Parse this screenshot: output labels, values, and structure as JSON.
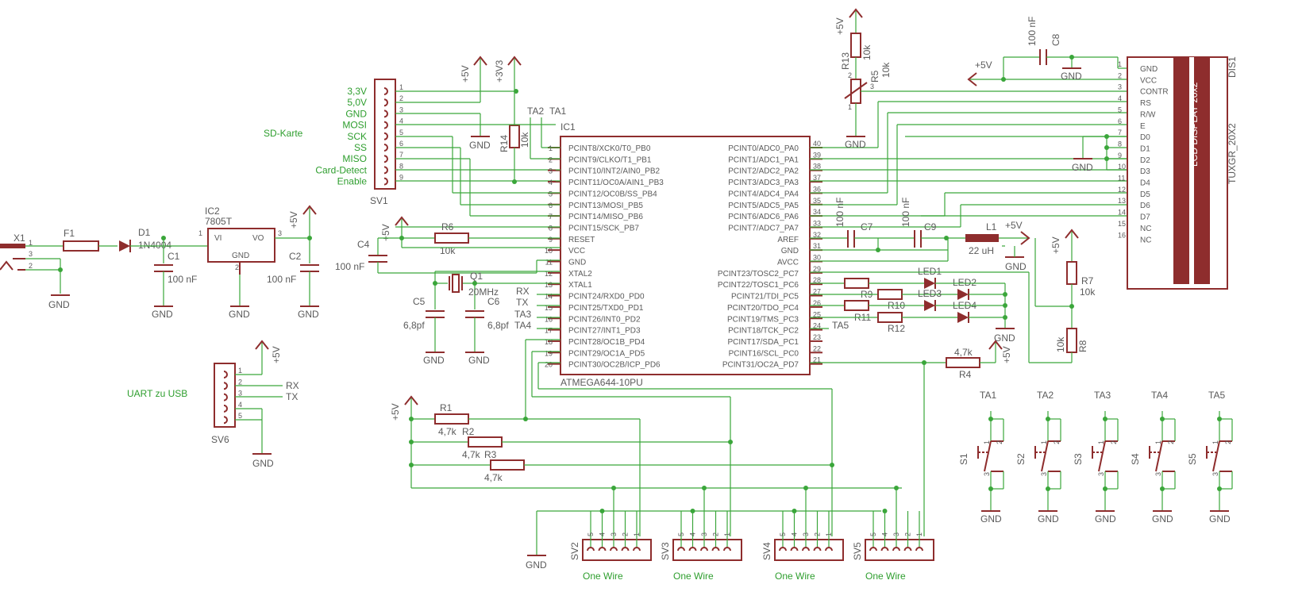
{
  "ic1": {
    "name": "IC1",
    "part": "ATMEGA644-10PU",
    "left_pins": [
      {
        "num": "1",
        "label": "PCINT8/XCK0/T0_PB0"
      },
      {
        "num": "2",
        "label": "PCINT9/CLKO/T1_PB1"
      },
      {
        "num": "3",
        "label": "PCINT10/INT2/AIN0_PB2"
      },
      {
        "num": "4",
        "label": "PCINT11/OC0A/AIN1_PB3"
      },
      {
        "num": "5",
        "label": "PCINT12/OC0B/SS_PB4"
      },
      {
        "num": "6",
        "label": "PCINT13/MOSI_PB5"
      },
      {
        "num": "7",
        "label": "PCINT14/MISO_PB6"
      },
      {
        "num": "8",
        "label": "PCINT15/SCK_PB7"
      },
      {
        "num": "9",
        "label": "RESET"
      },
      {
        "num": "10",
        "label": "VCC"
      },
      {
        "num": "11",
        "label": "GND"
      },
      {
        "num": "12",
        "label": "XTAL2"
      },
      {
        "num": "13",
        "label": "XTAL1"
      },
      {
        "num": "14",
        "label": "PCINT24/RXD0_PD0"
      },
      {
        "num": "15",
        "label": "PCINT25/TXD0_PD1"
      },
      {
        "num": "16",
        "label": "PCINT26/INT0_PD2"
      },
      {
        "num": "17",
        "label": "PCINT27/INT1_PD3"
      },
      {
        "num": "18",
        "label": "PCINT28/OC1B_PD4"
      },
      {
        "num": "19",
        "label": "PCINT29/OC1A_PD5"
      },
      {
        "num": "20",
        "label": "PCINT30/OC2B/ICP_PD6"
      }
    ],
    "right_pins": [
      {
        "num": "40",
        "label": "PCINT0/ADC0_PA0"
      },
      {
        "num": "39",
        "label": "PCINT1/ADC1_PA1"
      },
      {
        "num": "38",
        "label": "PCINT2/ADC2_PA2"
      },
      {
        "num": "37",
        "label": "PCINT3/ADC3_PA3"
      },
      {
        "num": "36",
        "label": "PCINT4/ADC4_PA4"
      },
      {
        "num": "35",
        "label": "PCINT5/ADC5_PA5"
      },
      {
        "num": "34",
        "label": "PCINT6/ADC6_PA6"
      },
      {
        "num": "33",
        "label": "PCINT7/ADC7_PA7"
      },
      {
        "num": "32",
        "label": "AREF"
      },
      {
        "num": "31",
        "label": "GND"
      },
      {
        "num": "30",
        "label": "AVCC"
      },
      {
        "num": "29",
        "label": "PCINT23/TOSC2_PC7"
      },
      {
        "num": "28",
        "label": "PCINT22/TOSC1_PC6"
      },
      {
        "num": "27",
        "label": "PCINT21/TDI_PC5"
      },
      {
        "num": "26",
        "label": "PCINT20/TDO_PC4"
      },
      {
        "num": "25",
        "label": "PCINT19/TMS_PC3"
      },
      {
        "num": "24",
        "label": "PCINT18/TCK_PC2"
      },
      {
        "num": "23",
        "label": "PCINT17/SDA_PC1"
      },
      {
        "num": "22",
        "label": "PCINT16/SCL_PC0"
      },
      {
        "num": "21",
        "label": "PCINT31/OC2A_PD7"
      }
    ]
  },
  "sd_card": {
    "title": "SD-Karte",
    "name": "SV1",
    "labels": [
      "3,3V",
      "5,0V",
      "GND",
      "MOSI",
      "SCK",
      "SS",
      "MISO",
      "Card-Detect",
      "Enable"
    ],
    "pins": [
      "1",
      "2",
      "3",
      "4",
      "5",
      "6",
      "7",
      "8",
      "9"
    ]
  },
  "lcd": {
    "name": "DIS1",
    "part": "LCD DISPLAY 20x2",
    "value": "TUXGR_20X2",
    "pins": [
      {
        "num": "1",
        "label": "GND"
      },
      {
        "num": "2",
        "label": "VCC"
      },
      {
        "num": "3",
        "label": "CONTR"
      },
      {
        "num": "4",
        "label": "RS"
      },
      {
        "num": "5",
        "label": "R/W"
      },
      {
        "num": "6",
        "label": "E"
      },
      {
        "num": "7",
        "label": "D0"
      },
      {
        "num": "8",
        "label": "D1"
      },
      {
        "num": "9",
        "label": "D2"
      },
      {
        "num": "10",
        "label": "D3"
      },
      {
        "num": "11",
        "label": "D4"
      },
      {
        "num": "12",
        "label": "D5"
      },
      {
        "num": "13",
        "label": "D6"
      },
      {
        "num": "14",
        "label": "D7"
      },
      {
        "num": "15",
        "label": "NC"
      },
      {
        "num": "16",
        "label": "NC"
      }
    ]
  },
  "uart": {
    "title": "UART zu USB",
    "name": "SV6",
    "rx": "RX",
    "tx": "TX",
    "pins": [
      "1",
      "2",
      "3",
      "4",
      "5"
    ]
  },
  "power": {
    "x1": "X1",
    "f1": "F1",
    "d1": "D1",
    "d1_part": "1N4004",
    "ic2": "IC2",
    "ic2_part": "7805T",
    "vi": "VI",
    "vo": "VO",
    "gnd": "GND",
    "c1": "C1",
    "c1_val": "100 nF",
    "c2": "C2",
    "c2_val": "100 nF",
    "p1": "1",
    "p2": "2",
    "p3": "3"
  },
  "labels": {
    "gnd": "GND",
    "p5v": "+5V",
    "p3v3": "+3V3",
    "ta1": "TA1",
    "ta2": "TA2",
    "ta3": "TA3",
    "ta4": "TA4",
    "ta5": "TA5",
    "rx": "RX",
    "tx": "TX"
  },
  "passives": {
    "r14": "R14",
    "r14_val": "10k",
    "r6": "R6",
    "r6_val": "10k",
    "c4": "C4",
    "c4_val": "100 nF",
    "q1": "Q1",
    "q1_val": "20MHz",
    "c5": "C5",
    "c5_val": "6,8pf",
    "c6": "C6",
    "c6_val": "6,8pf",
    "r13": "R13",
    "r13_val": "10k",
    "r5": "R5",
    "r5_val": "10k",
    "c8": "C8",
    "c8_val": "100 nF",
    "c7": "C7",
    "c7_val": "100 nF",
    "c9": "C9",
    "c9_val": "100 nF",
    "l1": "L1",
    "l1_val": "22 uH",
    "r7": "R7",
    "r7_val": "10k",
    "r8": "R8",
    "r8_val": "10k",
    "r4": "R4",
    "r4_val": "4,7k",
    "r9": "R9",
    "r10": "R10",
    "r11": "R11",
    "r12": "R12",
    "led1": "LED1",
    "led2": "LED2",
    "led3": "LED3",
    "led4": "LED4",
    "r1": "R1",
    "r1_val": "4,7k",
    "r2": "R2",
    "r2_val": "4,7k",
    "r3": "R3",
    "r3_val": "4,7k"
  },
  "one_wire": {
    "label": "One Wire",
    "connectors": [
      "SV2",
      "SV3",
      "SV4",
      "SV5"
    ],
    "pins": [
      "5",
      "4",
      "3",
      "2",
      "1"
    ]
  },
  "switches": {
    "names": [
      "S1",
      "S2",
      "S3",
      "S4",
      "S5"
    ],
    "tas": [
      "TA1",
      "TA2",
      "TA3",
      "TA4",
      "TA5"
    ]
  }
}
